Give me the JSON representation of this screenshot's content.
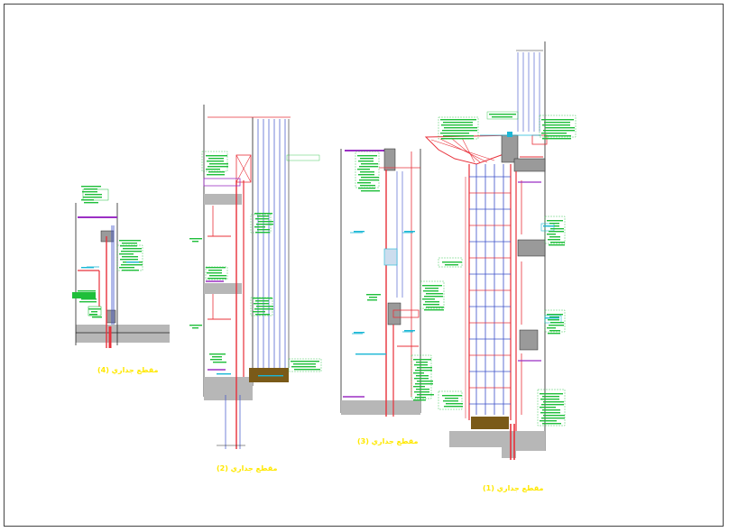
{
  "drawing": {
    "title": "",
    "sections": [
      {
        "id": "s4",
        "caption": "مقطع جداري (4)"
      },
      {
        "id": "s3",
        "caption": "مقطع جداري (3)"
      },
      {
        "id": "s2",
        "caption": "مقطع جداري (2)"
      },
      {
        "id": "s1",
        "caption": "مقطع جداري (1)"
      }
    ]
  },
  "colors": {
    "background": "#ffffff",
    "frame": "#444444",
    "structure": "#e8303a",
    "glazing": "#3a4fc9",
    "annotation": "#1fbf3a",
    "dimension": "#1ab7d6",
    "accent": "#9b2fc4",
    "fill_concrete": "#b7b7b7",
    "fill_earth": "#7a5a18",
    "caption": "#ffe800",
    "linework": "#222222"
  }
}
